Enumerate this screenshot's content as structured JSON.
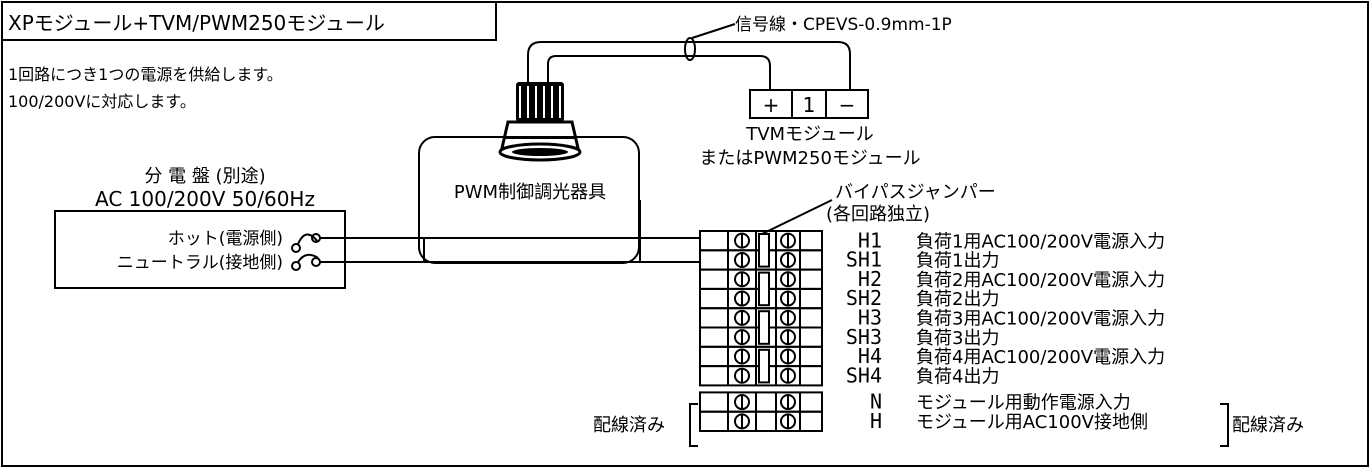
{
  "title": "XPモジュール+TVM/PWM250モジュール",
  "notes": {
    "line1": "1回路につき1つの電源を供給します。",
    "line2": "100/200Vに対応します。"
  },
  "signal_line": "信号線・CPEVS-0.9mm-1P",
  "tvm_module": {
    "terminal_plus": "+",
    "terminal_num": "1",
    "terminal_minus": "−",
    "name_line1": "TVMモジュール",
    "name_line2": "またはPWM250モジュール"
  },
  "fixture_label": "PWM制御調光器具",
  "panel": {
    "title": "分 電 盤 (別途)",
    "spec": "AC 100/200V 50/60Hz",
    "hot": "ホット(電源側)",
    "neutral": "ニュートラル(接地側)"
  },
  "bypass": {
    "line1": "バイパスジャンパー",
    "line2": "(各回路独立)"
  },
  "terminals": [
    {
      "code": "H1",
      "desc": "負荷1用AC100/200V電源入力"
    },
    {
      "code": "SH1",
      "desc": "負荷1出力"
    },
    {
      "code": "H2",
      "desc": "負荷2用AC100/200V電源入力"
    },
    {
      "code": "SH2",
      "desc": "負荷2出力"
    },
    {
      "code": "H3",
      "desc": "負荷3用AC100/200V電源入力"
    },
    {
      "code": "SH3",
      "desc": "負荷3出力"
    },
    {
      "code": "H4",
      "desc": "負荷4用AC100/200V電源入力"
    },
    {
      "code": "SH4",
      "desc": "負荷4出力"
    },
    {
      "code": "N",
      "desc": "モジュール用動作電源入力"
    },
    {
      "code": "H",
      "desc": "モジュール用AC100V接地側"
    }
  ],
  "wired_left": "配線済み",
  "wired_right": "配線済み"
}
